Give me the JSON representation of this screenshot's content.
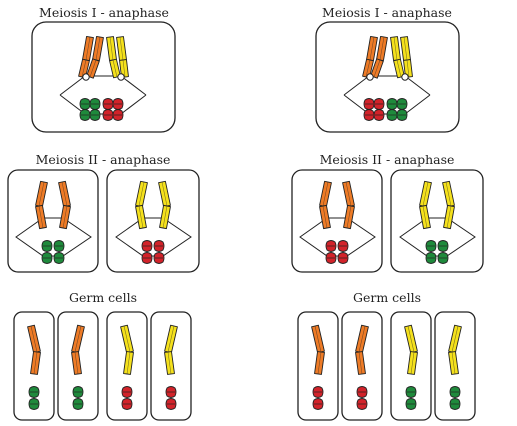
{
  "colors": {
    "orange": "#ee7b26",
    "yellow": "#f5e11c",
    "green": "#1f8a3c",
    "red": "#d2232a",
    "outline": "#222222"
  },
  "stages": {
    "meiosis1": "Meiosis I - anaphase",
    "meiosis2": "Meiosis II - anaphase",
    "germ": "Germ cells"
  },
  "panels": [
    {
      "meiosis1_small": [
        "green",
        "green",
        "red",
        "red"
      ],
      "meiosis2": [
        {
          "arms": "orange",
          "small": "green"
        },
        {
          "arms": "yellow",
          "small": "red"
        }
      ],
      "germ": [
        {
          "arm": "orange",
          "small": "green"
        },
        {
          "arm": "orange",
          "small": "green"
        },
        {
          "arm": "yellow",
          "small": "red"
        },
        {
          "arm": "yellow",
          "small": "red"
        }
      ]
    },
    {
      "meiosis1_small": [
        "red",
        "red",
        "green",
        "green"
      ],
      "meiosis2": [
        {
          "arms": "orange",
          "small": "red"
        },
        {
          "arms": "yellow",
          "small": "green"
        }
      ],
      "germ": [
        {
          "arm": "orange",
          "small": "red"
        },
        {
          "arm": "orange",
          "small": "red"
        },
        {
          "arm": "yellow",
          "small": "green"
        },
        {
          "arm": "yellow",
          "small": "green"
        }
      ]
    }
  ]
}
